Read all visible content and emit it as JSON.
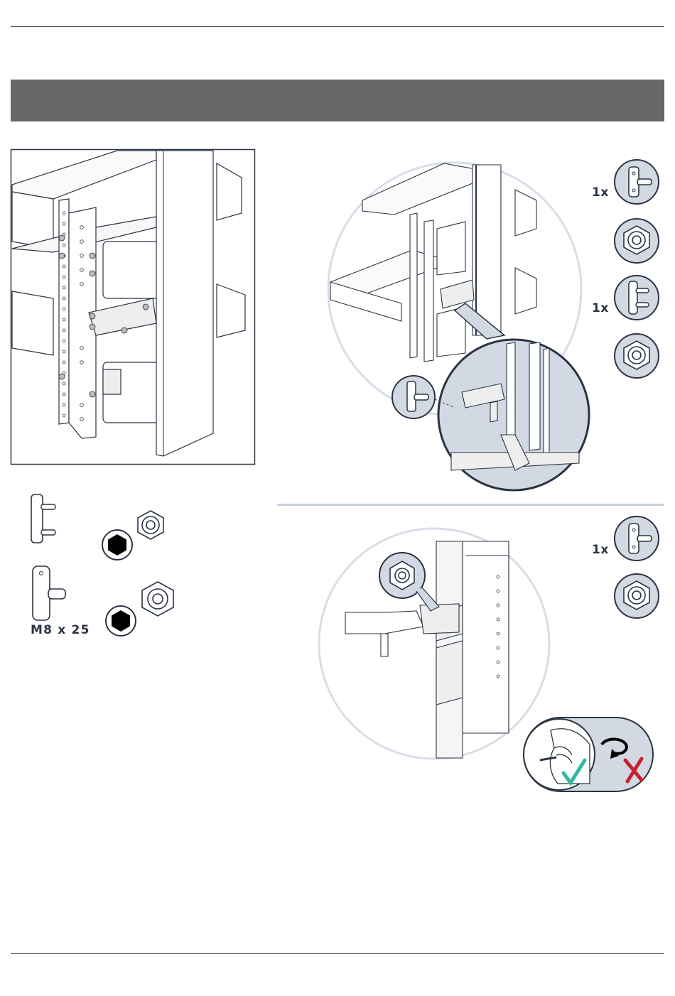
{
  "header": {
    "banner_text": ""
  },
  "step1": {
    "qty_1": "1x",
    "qty_2": "1x"
  },
  "step2": {
    "qty_1": "1x"
  },
  "parts": {
    "bolt_spec": "M8 x 25"
  },
  "colors": {
    "banner": "#676767",
    "detail_fill": "#d3d9e3",
    "circle_stroke": "#d8dee8",
    "check": "#2fb9a0",
    "cross": "#c8202f",
    "ink": "#2b3442"
  },
  "icons": [
    "double-stud-plate-icon",
    "single-stud-plate-icon",
    "flange-nut-icon",
    "hex-socket-icon",
    "rotate-arrow-icon",
    "check-icon",
    "cross-icon",
    "hand-tighten-icon"
  ]
}
